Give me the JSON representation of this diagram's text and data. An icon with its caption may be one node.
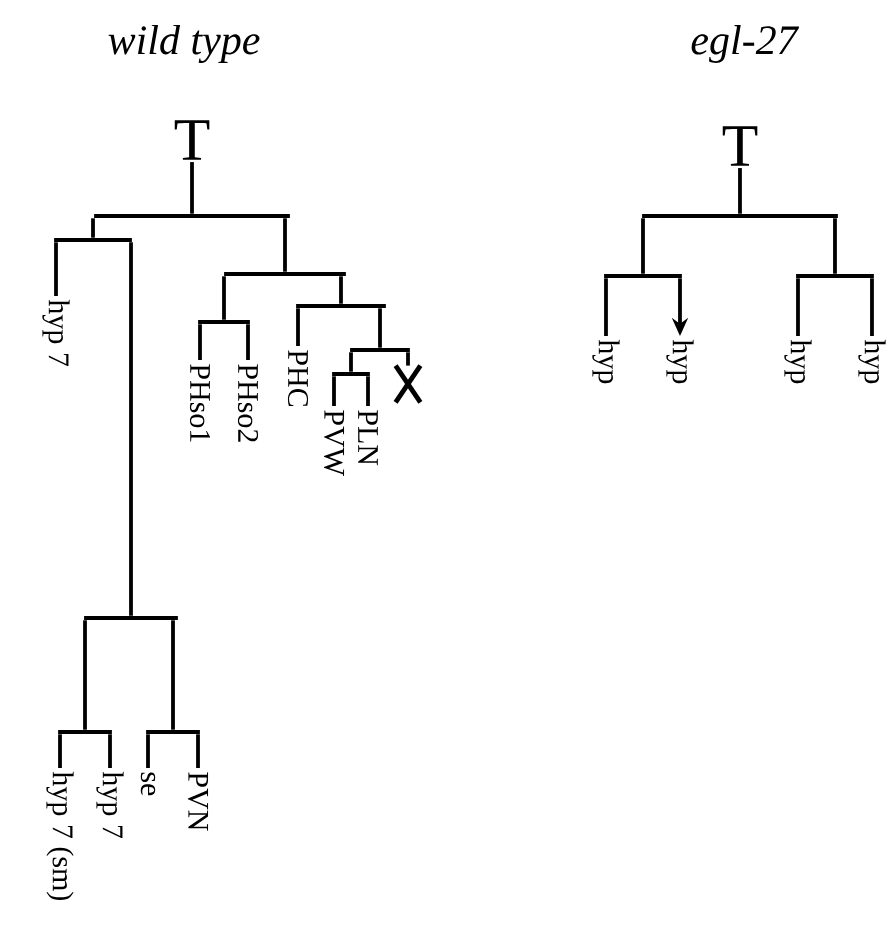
{
  "diagram": {
    "nodes": [
      {
        "text": [
          "T"
        ]
      },
      {
        "text": [],
        "shape": "bar"
      },
      {
        "text": [],
        "shape": "bar"
      },
      {
        "text": [
          "hyp 7"
        ]
      },
      {
        "text": [],
        "shape": "bar"
      },
      {
        "text": [],
        "shape": "bar"
      },
      {
        "text": [
          "hyp 7 (sm)"
        ]
      },
      {
        "text": [
          "hyp 7"
        ]
      },
      {
        "text": [],
        "shape": "bar"
      },
      {
        "text": [
          "se"
        ]
      },
      {
        "text": [
          "PVN"
        ]
      },
      {
        "text": [],
        "shape": "bar"
      },
      {
        "text": [],
        "shape": "bar"
      },
      {
        "text": [
          "PHso1"
        ]
      },
      {
        "text": [
          "PHso2"
        ]
      },
      {
        "text": [],
        "shape": "bar"
      },
      {
        "text": [
          "PHC"
        ]
      },
      {
        "text": [],
        "shape": "bar"
      },
      {
        "text": [],
        "shape": "bar"
      },
      {
        "text": [
          "PVW"
        ]
      },
      {
        "text": [
          "PLN"
        ]
      },
      {
        "text": [],
        "shape": "cross"
      },
      {
        "text": [
          "T"
        ]
      },
      {
        "text": [],
        "shape": "bar"
      },
      {
        "text": [],
        "shape": "bar"
      },
      {
        "text": [
          "hyp"
        ]
      },
      {
        "text": [
          "hyp"
        ]
      },
      {
        "text": [],
        "shape": "bar"
      },
      {
        "text": [
          "hyp"
        ]
      },
      {
        "text": [
          "hyp"
        ]
      }
    ],
    "edges": [
      {
        "from": 0,
        "to": 1,
        "arrow": "none"
      },
      {
        "from": 1,
        "to": 2,
        "arrow": "none"
      },
      {
        "from": 1,
        "to": 11,
        "arrow": "none"
      },
      {
        "from": 2,
        "to": 3,
        "arrow": "none"
      },
      {
        "from": 2,
        "to": 4,
        "arrow": "none"
      },
      {
        "from": 4,
        "to": 5,
        "arrow": "none"
      },
      {
        "from": 4,
        "to": 8,
        "arrow": "none"
      },
      {
        "from": 5,
        "to": 6,
        "arrow": "none"
      },
      {
        "from": 5,
        "to": 7,
        "arrow": "none"
      },
      {
        "from": 8,
        "to": 9,
        "arrow": "none"
      },
      {
        "from": 8,
        "to": 10,
        "arrow": "none"
      },
      {
        "from": 11,
        "to": 12,
        "arrow": "none"
      },
      {
        "from": 11,
        "to": 15,
        "arrow": "none"
      },
      {
        "from": 12,
        "to": 13,
        "arrow": "none"
      },
      {
        "from": 12,
        "to": 14,
        "arrow": "none"
      },
      {
        "from": 15,
        "to": 16,
        "arrow": "none"
      },
      {
        "from": 15,
        "to": 17,
        "arrow": "none"
      },
      {
        "from": 17,
        "to": 18,
        "arrow": "none"
      },
      {
        "from": 17,
        "to": 21,
        "arrow": "none"
      },
      {
        "from": 18,
        "to": 19,
        "arrow": "none"
      },
      {
        "from": 18,
        "to": 20,
        "arrow": "none"
      },
      {
        "from": 22,
        "to": 23,
        "arrow": "none"
      },
      {
        "from": 23,
        "to": 24,
        "arrow": "none"
      },
      {
        "from": 23,
        "to": 27,
        "arrow": "none"
      },
      {
        "from": 24,
        "to": 25,
        "arrow": "none"
      },
      {
        "from": 24,
        "to": 26,
        "arrow": "to"
      },
      {
        "from": 27,
        "to": 28,
        "arrow": "none"
      },
      {
        "from": 27,
        "to": 29,
        "arrow": "none"
      }
    ],
    "labels": [
      "wild type",
      "egl-27"
    ]
  }
}
